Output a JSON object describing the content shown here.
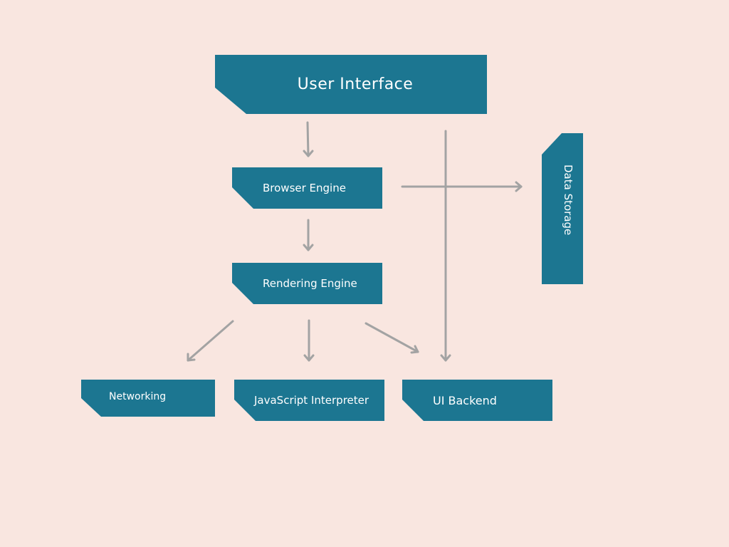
{
  "diagram": {
    "nodes": {
      "user_interface": "User Interface",
      "browser_engine": "Browser Engine",
      "rendering_engine": "Rendering Engine",
      "data_storage": "Data Storage",
      "networking": "Networking",
      "javascript_interpreter": "JavaScript Interpreter",
      "ui_backend": "UI Backend"
    },
    "edges": [
      {
        "from": "User Interface",
        "to": "Browser Engine"
      },
      {
        "from": "User Interface",
        "to": "UI Backend"
      },
      {
        "from": "Browser Engine",
        "to": "Data Storage"
      },
      {
        "from": "Browser Engine",
        "to": "Rendering Engine"
      },
      {
        "from": "Rendering Engine",
        "to": "Networking"
      },
      {
        "from": "Rendering Engine",
        "to": "JavaScript Interpreter"
      },
      {
        "from": "Rendering Engine",
        "to": "UI Backend"
      }
    ]
  },
  "colors": {
    "background": "#F9E6E0",
    "box": "#1C7691",
    "box_text": "#FFFFFF",
    "arrow": "#A3A3A3"
  }
}
